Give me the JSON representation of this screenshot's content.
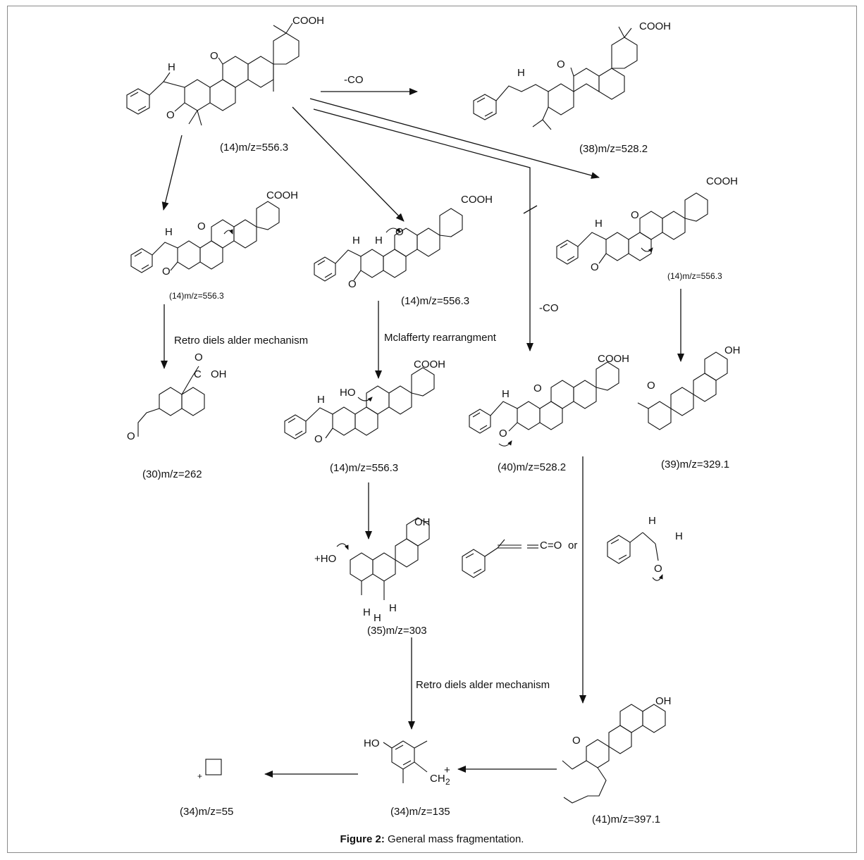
{
  "compounds": {
    "c14_top": "(14)m/z=556.3",
    "c38": "(38)m/z=528.2",
    "c14_a": "(14)m/z=556.3",
    "c14_b": "(14)m/z=556.3",
    "c14_c": "(14)m/z=556.3",
    "c14_d": "(14)m/z=556.3",
    "c30": "(30)m/z=262",
    "c40": "(40)m/z=528.2",
    "c39": "(39)m/z=329.1",
    "c35": "(35)m/z=303",
    "c34_small": "(34)m/z=55",
    "c34": "(34)m/z=135",
    "c41": "(41)m/z=397.1"
  },
  "arrow_labels": {
    "loss_co_top": "-CO",
    "loss_co_mid": "-CO",
    "retro_da_1": "Retro diels alder mechanism",
    "mclafferty": "Mclafferty rearrangment",
    "retro_da_2": "Retro diels alder mechanism"
  },
  "atoms": {
    "cooh": "COOH",
    "oh": "OH",
    "o": "O",
    "h": "H",
    "ho": "HO",
    "plus": "+",
    "plus_ho": "+HO",
    "carboxyl_c": "C",
    "carboxyl_oh": "OH",
    "ch2": "CH",
    "sub2": "2",
    "ketene_co": "C=O",
    "or": "or"
  },
  "caption": {
    "label": "Figure 2:",
    "text": " General mass fragmentation."
  }
}
